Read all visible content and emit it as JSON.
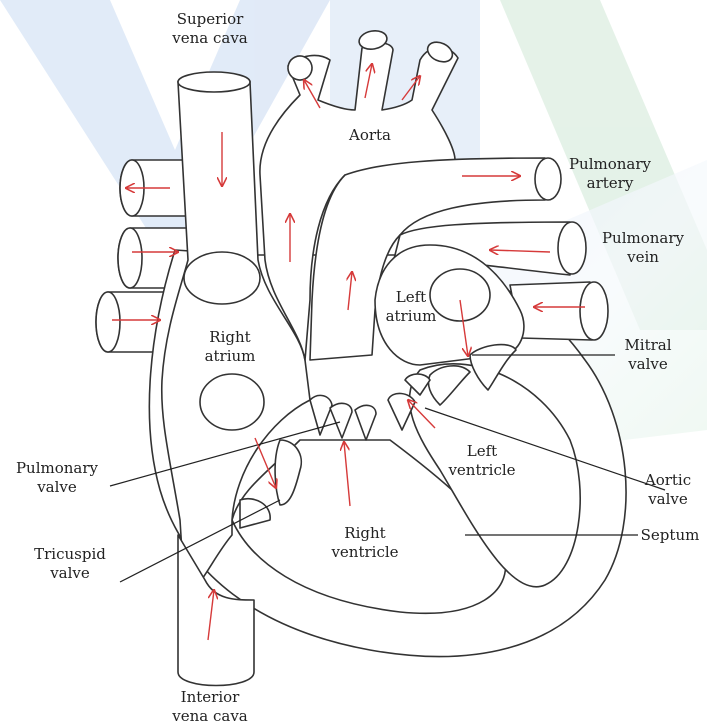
{
  "colors": {
    "outline": "#333333",
    "arrow": "#d63a3a",
    "watermark_blue": "#bcd0ee",
    "watermark_green": "#c8e8cf",
    "text": "#222222"
  },
  "labels": {
    "superior_vena_cava": "Superior\nvena cava",
    "aorta": "Aorta",
    "pulmonary_artery": "Pulmonary\nartery",
    "pulmonary_vein": "Pulmonary\nvein",
    "left_atrium": "Left\natrium",
    "right_atrium": "Right\natrium",
    "mitral_valve": "Mitral\nvalve",
    "pulmonary_valve": "Pulmonary\nvalve",
    "left_ventricle": "Left\nventricle",
    "aortic_valve": "Aortic\nvalve",
    "tricuspid_valve": "Tricuspid\nvalve",
    "right_ventricle": "Right\nventricle",
    "septum": "Septum",
    "inferior_vena_cava": "Interior\nvena cava"
  },
  "icons": {
    "blood_flow_arrow": "red-arrow"
  }
}
